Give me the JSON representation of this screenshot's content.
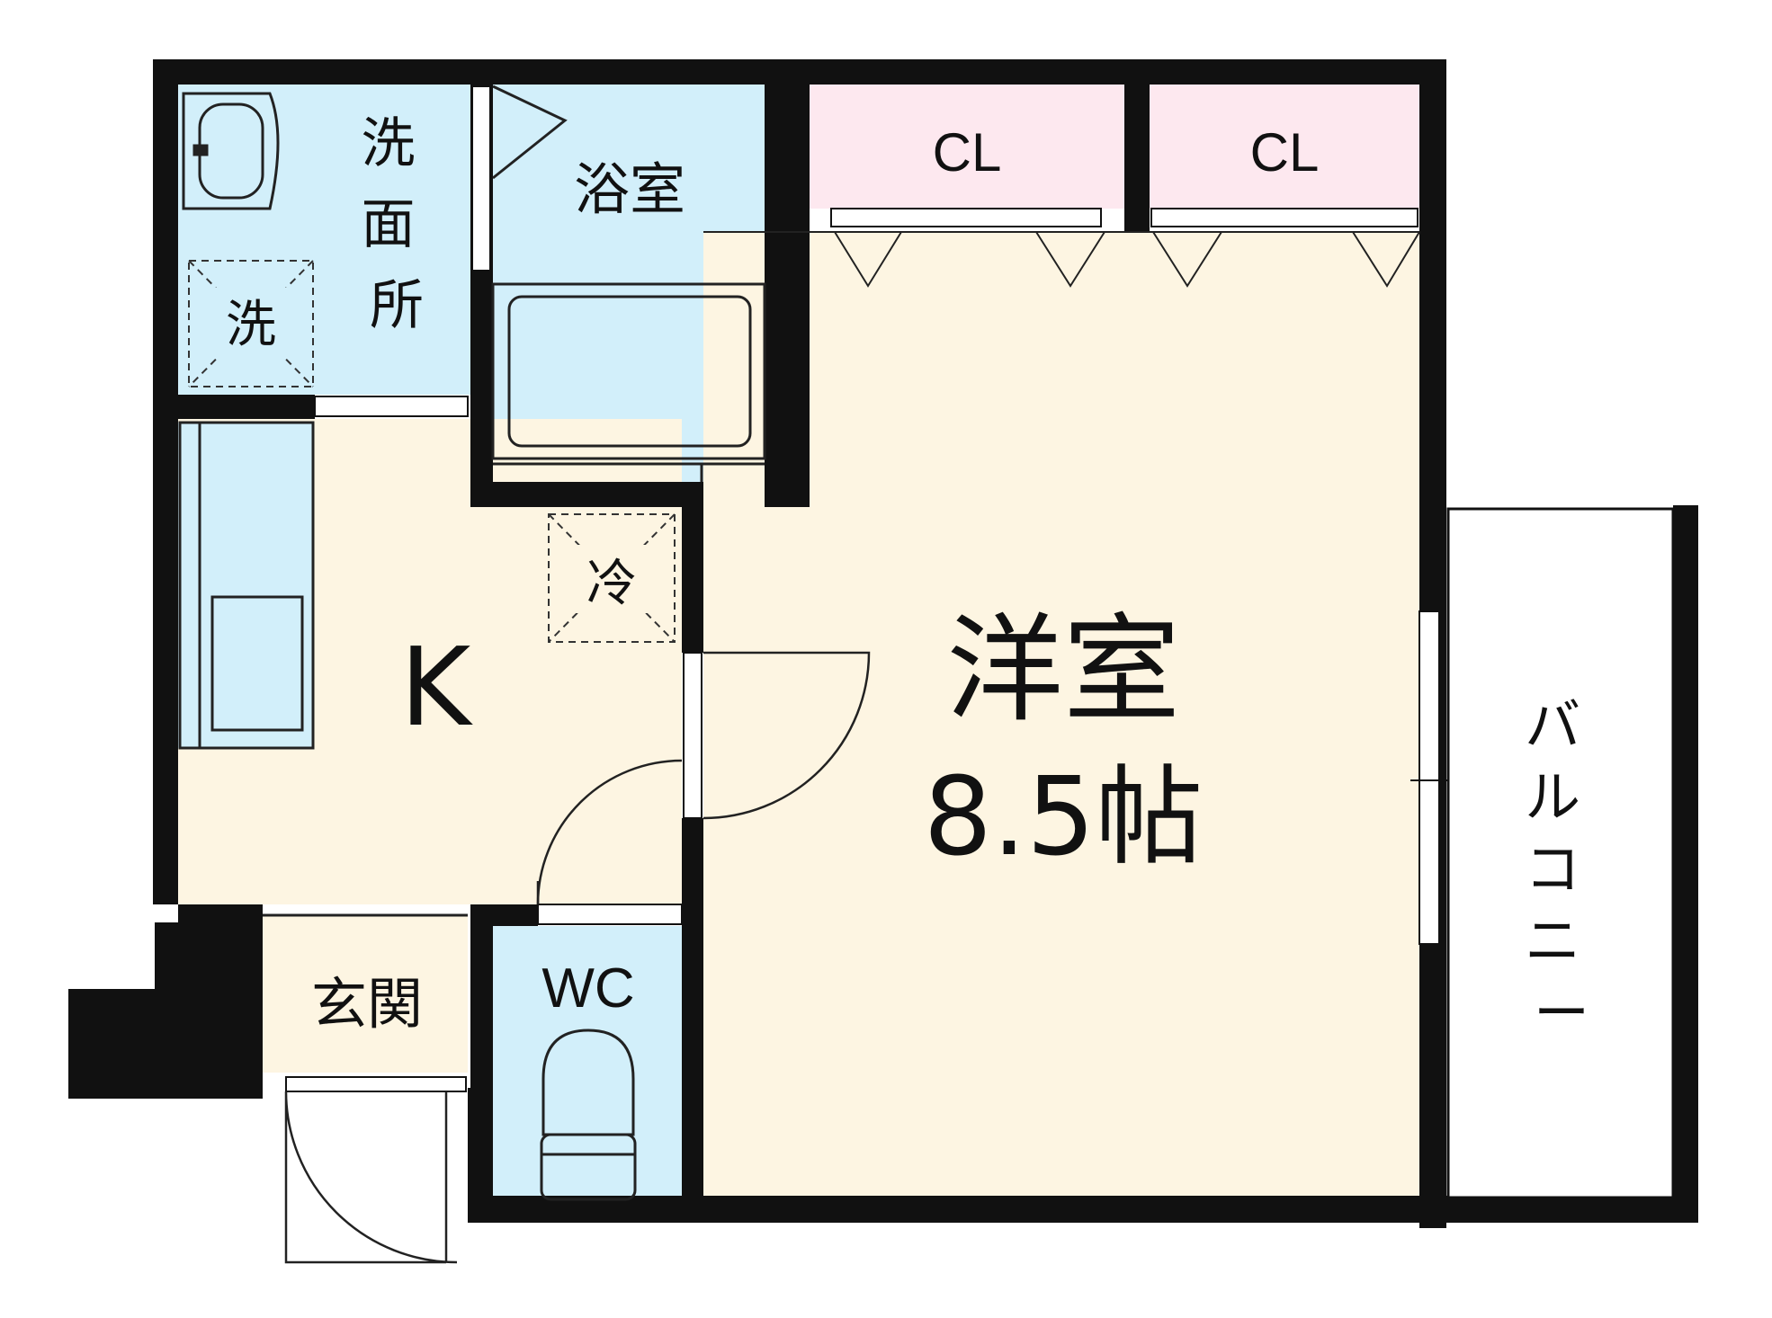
{
  "colors": {
    "wall": "#111111",
    "wet_area": "#d2effa",
    "living_area": "#fdf5e2",
    "closet": "#fde8ef",
    "balcony": "#ffffff",
    "fixture_line": "#222222"
  },
  "rooms": {
    "washroom": {
      "label": "洗\n面\n所",
      "washer_label": "洗"
    },
    "bath": {
      "label": "浴室"
    },
    "closet_left": {
      "label": "CL"
    },
    "closet_right": {
      "label": "CL"
    },
    "kitchen": {
      "label": "K",
      "fridge_label": "冷"
    },
    "western_room": {
      "label": "洋室",
      "size_label": "8.5帖"
    },
    "entrance": {
      "label": "玄関"
    },
    "toilet": {
      "label": "WC"
    },
    "balcony": {
      "label": "バ\nル\nコ\nニ\nー"
    }
  }
}
